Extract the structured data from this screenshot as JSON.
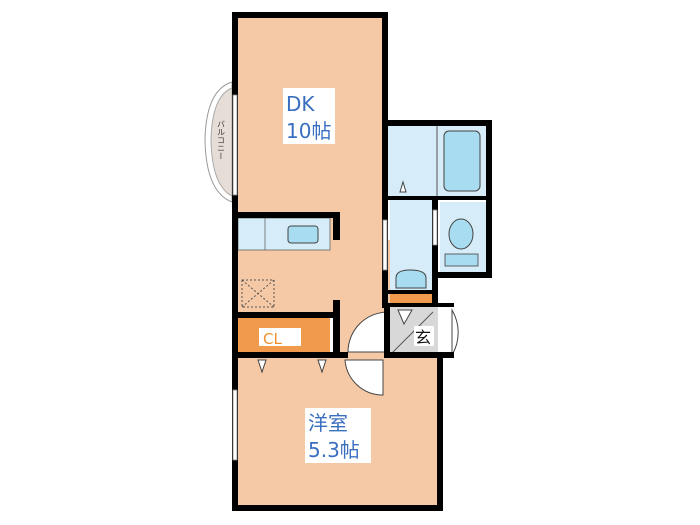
{
  "rooms": {
    "dk": {
      "name": "DK",
      "size": "10帖"
    },
    "western": {
      "name": "洋室",
      "size": "5.3帖"
    },
    "closet": {
      "name": "CL"
    },
    "entrance": {
      "name": "玄"
    },
    "balcony": {
      "name": "バルコニー"
    }
  },
  "colors": {
    "room": "#f5c9a6",
    "wet_area": "#d6ecf8",
    "fixture": "#a8dcf0",
    "closet": "#f09a4e",
    "entrance": "#d8d8d8",
    "wall": "#000000",
    "label": "#3a6fc0",
    "closet_label": "#f0902e"
  }
}
